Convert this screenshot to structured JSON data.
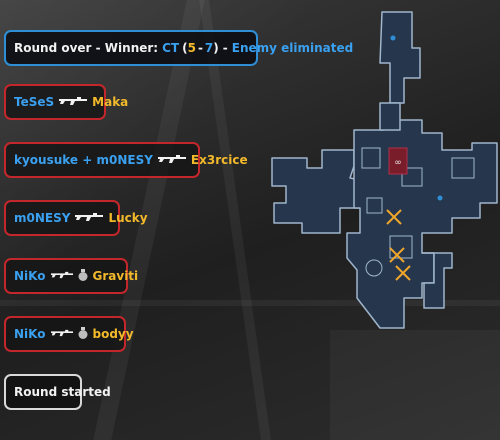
{
  "killfeed": {
    "round_over": {
      "prefix": "Round over - Winner:",
      "team": "CT",
      "open": "(",
      "score_t": "5",
      "dash": "-",
      "score_ct": "7",
      "close": ")",
      "separator": "-",
      "reason": "Enemy eliminated"
    },
    "kills": [
      {
        "killer": "TeSeS",
        "weapon": "rifle-icon",
        "victim": "Maka"
      },
      {
        "killer": "kyousuke + m0NESY",
        "weapon": "rifle-icon",
        "victim": "Ex3rcice"
      },
      {
        "killer": "m0NESY",
        "weapon": "rifle-icon",
        "victim": "Lucky"
      },
      {
        "killer": "NiKo",
        "weapon": "rifle-icon",
        "extra": "grenade-icon",
        "victim": "Graviti"
      },
      {
        "killer": "NiKo",
        "weapon": "rifle-icon",
        "extra": "grenade-icon",
        "victim": "bodyy"
      }
    ],
    "round_started": "Round started"
  },
  "colors": {
    "ct": "#3aa0f0",
    "t": "#f2b92b",
    "kill_border": "#c3272b",
    "info_border": "#2f8fd6",
    "map_fill": "#26374d",
    "map_edge": "#9fb6cc",
    "bomb_site": "#f0a62a"
  }
}
